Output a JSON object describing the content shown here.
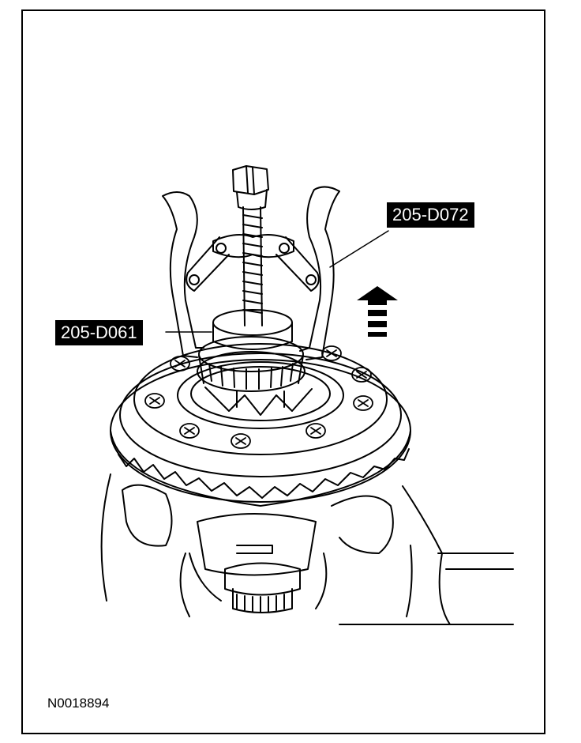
{
  "callouts": {
    "puller_tool": "205-D072",
    "step_plate_tool": "205-D061"
  },
  "figure_id": "N0018894",
  "colors": {
    "line": "#000000",
    "background": "#ffffff",
    "label_bg": "#000000",
    "label_text": "#ffffff"
  }
}
